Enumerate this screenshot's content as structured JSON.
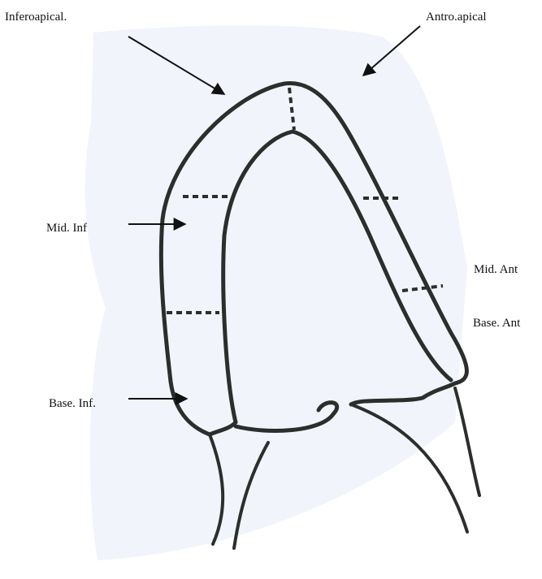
{
  "labels": {
    "inferoapical": "Inferoapical.",
    "antroapical": "Antro.apical",
    "mid_inf": "Mid. Inf",
    "mid_ant": "Mid. Ant",
    "base_ant": "Base. Ant",
    "base_inf": "Base. Inf."
  },
  "colors": {
    "ink": "#2b2f2b",
    "paper_tint": "#eef0fa",
    "background": "#ffffff",
    "arrow": "#111111"
  }
}
